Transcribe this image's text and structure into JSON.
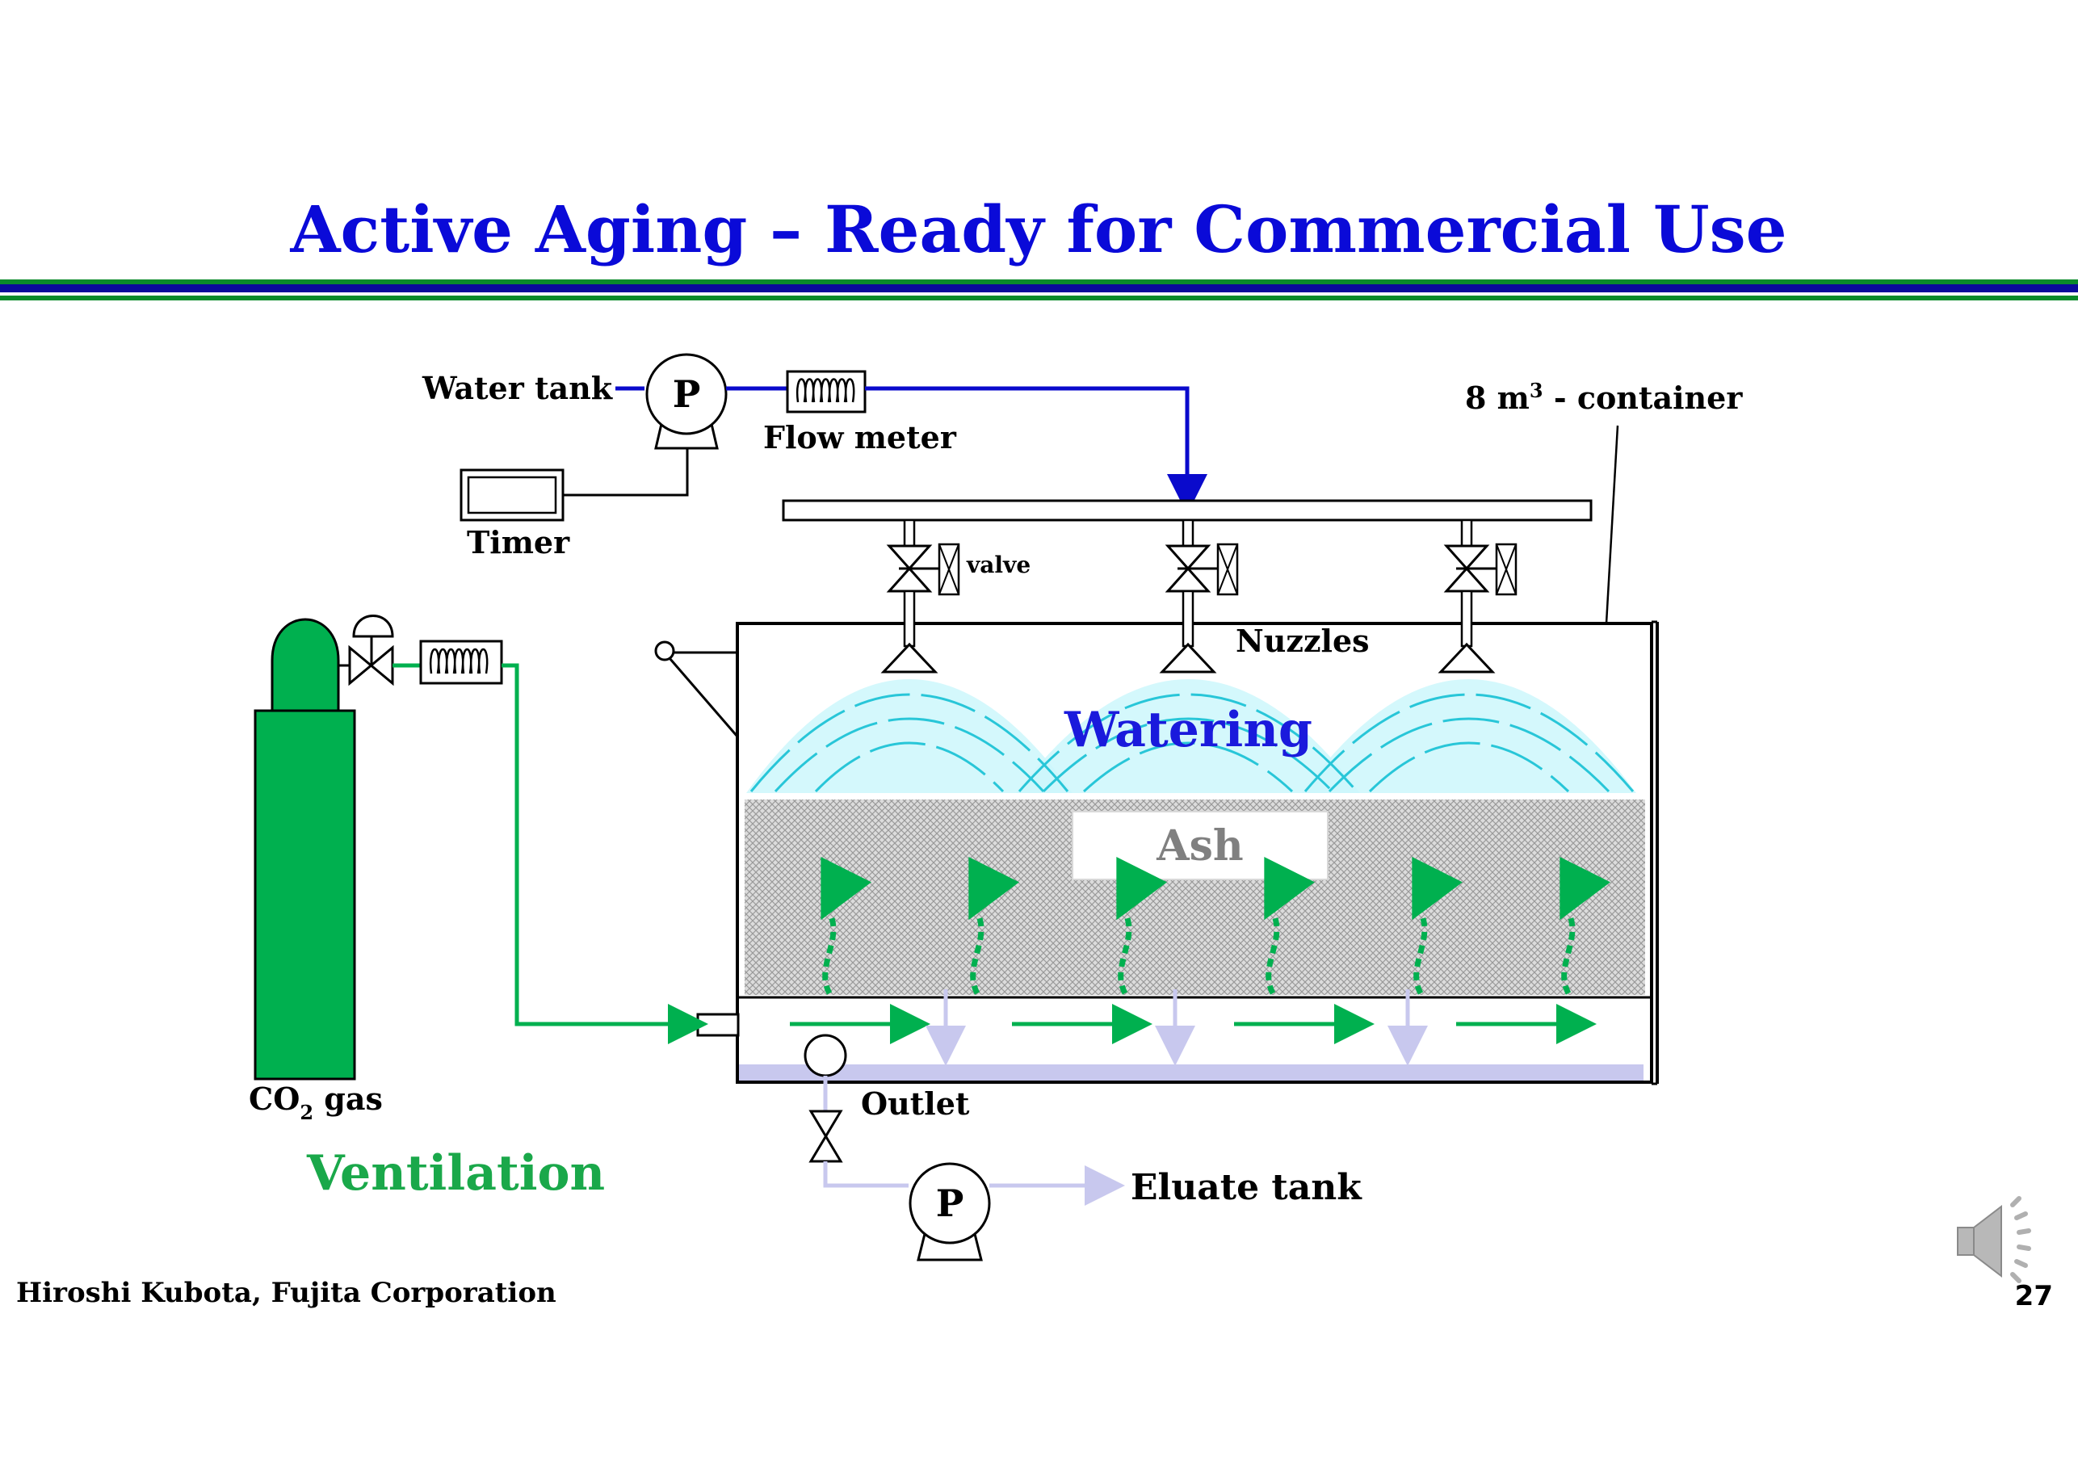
{
  "slide": {
    "title": "Active Aging – Ready for Commercial Use",
    "author": "Hiroshi Kubota, Fujita Corporation",
    "page_number": "27"
  },
  "labels": {
    "water_tank": "Water tank",
    "pump_symbol": "P",
    "flow_meter": "Flow meter",
    "timer": "Timer",
    "container_prefix": "8 m",
    "container_sup": "3",
    "container_suffix": " - container",
    "valve": "valve",
    "nozzles": "Nuzzles",
    "watering": "Watering",
    "ash": "Ash",
    "co2_prefix": "CO",
    "co2_sub": "2",
    "co2_suffix": " gas",
    "outlet": "Outlet",
    "eluate_tank": "Eluate tank",
    "ventilation": "Ventilation"
  },
  "colors": {
    "title_blue": "#0a0ad8",
    "water_line": "#0a0acc",
    "co2_green": "#00b04f",
    "watering_blue": "#1a1adc",
    "ventilation_green": "#1aa84a",
    "spray_fill": "#cdf7fb",
    "spray_stroke": "#28c6d8",
    "drain_lilac": "#c8c8ee",
    "ash_label_gray": "#808080"
  },
  "icons": {
    "speaker": "speaker-icon"
  }
}
